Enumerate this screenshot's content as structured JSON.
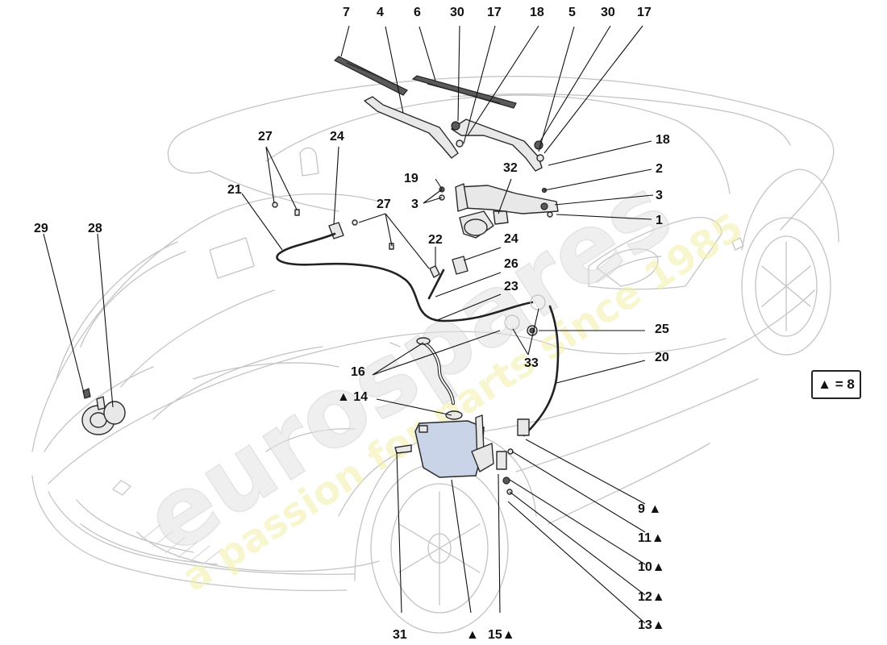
{
  "watermark": {
    "brand": "eurospares",
    "tagline": "a passion for parts since 1985",
    "colors": {
      "brand": "#d8d8d8",
      "tagline": "#f2efa0"
    }
  },
  "legend": {
    "text": "▲ = 8"
  },
  "callouts": {
    "c7": "7",
    "c4": "4",
    "c6": "6",
    "c30a": "30",
    "c17a": "17",
    "c18a": "18",
    "c5": "5",
    "c30b": "30",
    "c17b": "17",
    "c18b": "18",
    "c2": "2",
    "c3a": "3",
    "c3b": "3",
    "c1": "1",
    "c32": "32",
    "c19": "19",
    "c27a": "27",
    "c24a": "24",
    "c21": "21",
    "c27b": "27",
    "c22": "22",
    "c24b": "24",
    "c26": "26",
    "c23": "23",
    "c29": "29",
    "c28": "28",
    "c25": "25",
    "c20": "20",
    "c16": "16",
    "c33": "33",
    "c14": "▲ 14",
    "c9": "9 ▲",
    "c11": "11▲",
    "c10": "10▲",
    "c12": "12▲",
    "c13": "13▲",
    "c31": "31",
    "ctank": "▲",
    "c15": "15▲"
  },
  "icons": [
    "horn-icon",
    "washer-tank-icon",
    "wiper-motor-icon",
    "washer-pump-icon",
    "wiper-arm-icon",
    "wiper-blade-icon"
  ]
}
